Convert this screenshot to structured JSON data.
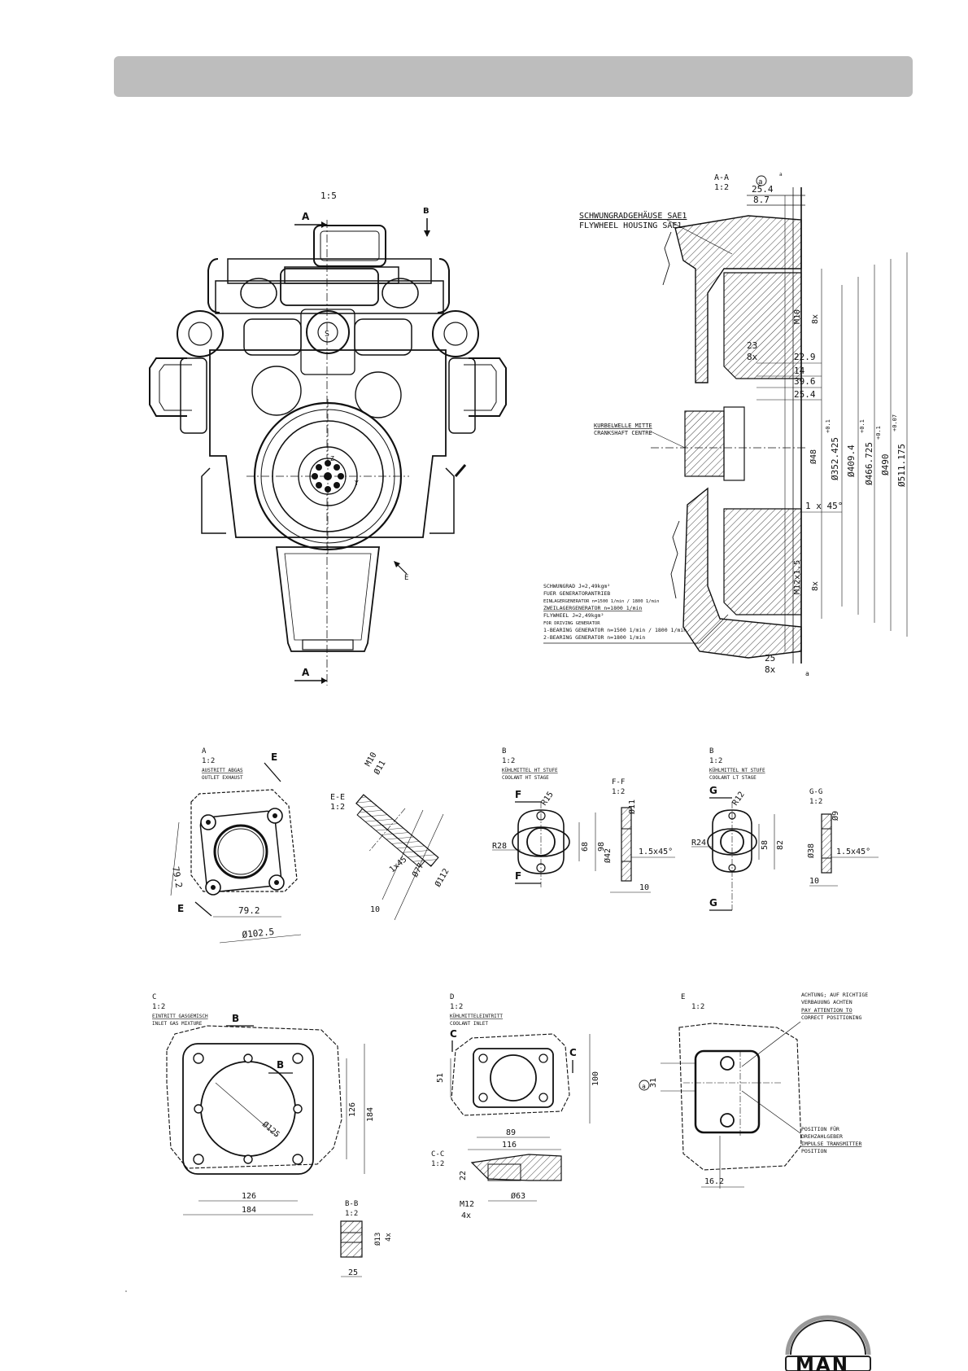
{
  "main_view": {
    "scale": "1:5",
    "section_markers": [
      "A",
      "A",
      "B",
      "E"
    ],
    "axis_labels": [
      "Z",
      "Y"
    ]
  },
  "section_aa": {
    "title": "A-A",
    "scale": "1:2",
    "circle_marker": "a",
    "housing_de": "SCHWUNGRADGEHÄUSE SAE1",
    "housing_en": "FLYWHEEL HOUSING SAE1",
    "crank_de": "KURBELWELLE MITTE",
    "crank_en": "CRANKSHAFT CENTRE",
    "dims": [
      "25.4",
      "8.7",
      "23",
      "8x",
      "22.9",
      "14",
      "39.6",
      "25.4",
      "1 x 45°",
      "25",
      "8x",
      "a",
      "a"
    ],
    "vert_dims": [
      "M10",
      "8x",
      "Ø48",
      "Ø352.425",
      "+0.1",
      "Ø409.4",
      "Ø466.725",
      "+0.1",
      "Ø490",
      "+0.1",
      "Ø511.175",
      "+0.07",
      "M12x1.5",
      "8x"
    ],
    "flywheel_notes": [
      "SCHWUNGRAD J=2,49kgm²",
      "FUER GENERATORANTRIEB",
      "EINLAGERGENERATOR n=1500 1/min / 1800 1/min",
      "ZWEILAGERGENERATOR n=1800 1/min",
      "FLYWHEEL J=2,49kgm²",
      "FOR DRIVING GENERATOR",
      "1-BEARING GENERATOR n=1500 1/min / 1800 1/min",
      "2-BEARING GENERATOR n=1800 1/min"
    ]
  },
  "detail_a": {
    "title": "A",
    "scale": "1:2",
    "label_de": "AUSTRITT ABGAS",
    "label_en": "OUTLET EXHAUST",
    "markers": [
      "E",
      "E"
    ],
    "dims": [
      "79.2",
      "79.2",
      "Ø102.5"
    ]
  },
  "section_ee": {
    "title": "E-E",
    "scale": "1:2",
    "dims": [
      "M10",
      "Ø11",
      "1x45",
      "Ø77",
      "Ø112",
      "10"
    ]
  },
  "detail_b_ht": {
    "title": "B",
    "scale": "1:2",
    "label_de": "KÜHLMITTEL HT STUFE",
    "label_en": "COOLANT HT STAGE",
    "markers": [
      "F",
      "F"
    ],
    "dims": [
      "R15",
      "R28",
      "68",
      "98"
    ]
  },
  "section_ff": {
    "title": "F-F",
    "scale": "1:2",
    "dims": [
      "Ø11",
      "Ø42",
      "1.5x45°",
      "10"
    ]
  },
  "detail_b_nt": {
    "title": "B",
    "scale": "1:2",
    "label_de": "KÜHLMITTEL NT STUFE",
    "label_en": "COOLANT LT STAGE",
    "markers": [
      "G",
      "G"
    ],
    "dims": [
      "R12",
      "R24",
      "58",
      "82"
    ]
  },
  "section_gg": {
    "title": "G-G",
    "scale": "1:2",
    "dims": [
      "Ø9",
      "Ø38",
      "1.5x45°",
      "10"
    ]
  },
  "detail_c": {
    "title": "C",
    "scale": "1:2",
    "label_de": "EINTRITT GASGEMISCH",
    "label_en": "INLET GAS MIXTURE",
    "markers": [
      "B",
      "B"
    ],
    "dims": [
      "Ø125",
      "126",
      "184",
      "126",
      "184"
    ]
  },
  "section_bb": {
    "title": "B-B",
    "scale": "1:2",
    "dims": [
      "Ø13",
      "4x",
      "25"
    ]
  },
  "detail_d": {
    "title": "D",
    "scale": "1:2",
    "label_de": "KÜHLMITTELEINTRITT",
    "label_en": "COOLANT INLET",
    "markers": [
      "C",
      "C"
    ],
    "dims": [
      "51",
      "100",
      "89",
      "116"
    ]
  },
  "section_cc": {
    "title": "C-C",
    "scale": "1:2",
    "dims": [
      "22",
      "Ø63",
      "M12",
      "4x"
    ]
  },
  "detail_e": {
    "title": "E",
    "scale": "1:2",
    "circle_marker": "a",
    "dims": [
      "31",
      "16.2"
    ],
    "note_top": [
      "ACHTUNG; AUF RICHTIGE",
      "VERBAUUNG ACHTEN",
      "PAY ATTENTION TO",
      "CORRECT POSITIONING"
    ],
    "note_bottom": [
      "POSITION FÜR",
      "DREHZAHLGEBER",
      "IMPULSE TRANSMITTER",
      "POSITION"
    ]
  },
  "brand": {
    "logo_text": "MAN",
    "color": "#222222"
  },
  "header_color": "#bdbdbd"
}
